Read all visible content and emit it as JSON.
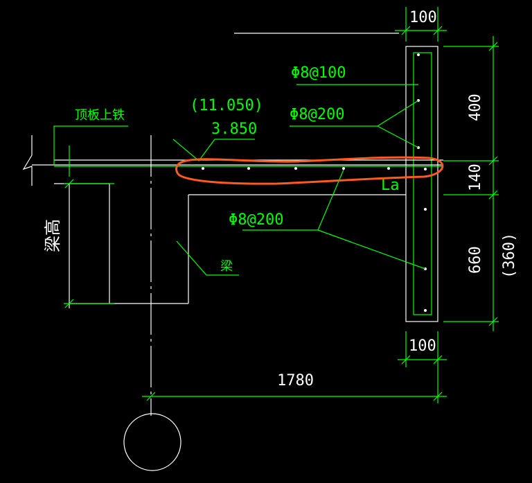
{
  "drawing": {
    "dimensions": {
      "top_width": "100",
      "bottom_width": "100",
      "upper_height": "400",
      "slab_thickness": "140",
      "lower_height": "660",
      "lower_height_alt": "(360)",
      "span": "1780"
    },
    "elevations": {
      "upper": "(11.050)",
      "lower": "3.850"
    },
    "rebar": {
      "vertical_upper": "Φ8@100",
      "vertical_mid": "Φ8@200",
      "horizontal": "Φ8@200"
    },
    "labels": {
      "top_rebar": "顶板上铁",
      "beam_height": "梁高",
      "beam": "梁",
      "anchorage": "La"
    },
    "colors": {
      "background": "#000000",
      "line": "#00ff00",
      "outline": "#ffffff",
      "highlight": "#ff5a1f"
    }
  }
}
